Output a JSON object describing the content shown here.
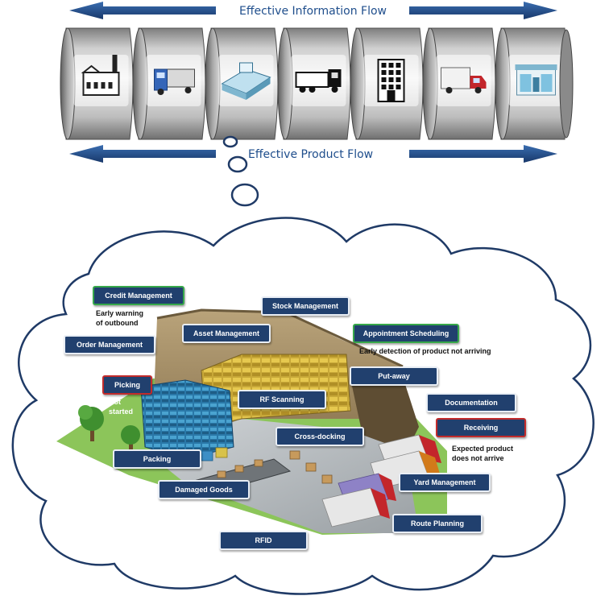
{
  "top": {
    "info_flow_label": "Effective Information Flow",
    "product_flow_label": "Effective Product Flow",
    "arrow_color": "#1f4e8c",
    "stages": [
      {
        "icon": "factory-icon"
      },
      {
        "icon": "truck-icon"
      },
      {
        "icon": "distribution-center-icon"
      },
      {
        "icon": "semi-truck-icon"
      },
      {
        "icon": "office-building-icon"
      },
      {
        "icon": "delivery-truck-icon"
      },
      {
        "icon": "retail-store-icon"
      }
    ]
  },
  "cloud": {
    "outline_color": "#1f3a66",
    "labels": {
      "credit_management": "Credit Management",
      "stock_management": "Stock Management",
      "asset_management": "Asset Management",
      "appointment_scheduling": "Appointment Scheduling",
      "order_management": "Order Management",
      "put_away": "Put-away",
      "picking": "Picking",
      "rf_scanning": "RF Scanning",
      "documentation": "Documentation",
      "receiving": "Receiving",
      "cross_docking": "Cross-docking",
      "packing": "Packing",
      "damaged_goods": "Damaged Goods",
      "yard_management": "Yard Management",
      "route_planning": "Route Planning",
      "rfid": "RFID"
    },
    "notes": {
      "early_warning_line1": "Early warning",
      "early_warning_line2": "of outbound",
      "early_detection": "Early detection of product not arriving",
      "not_started_line1": "Not",
      "not_started_line2": "started",
      "expected_line1": "Expected product",
      "expected_line2": "does not arrive"
    }
  }
}
